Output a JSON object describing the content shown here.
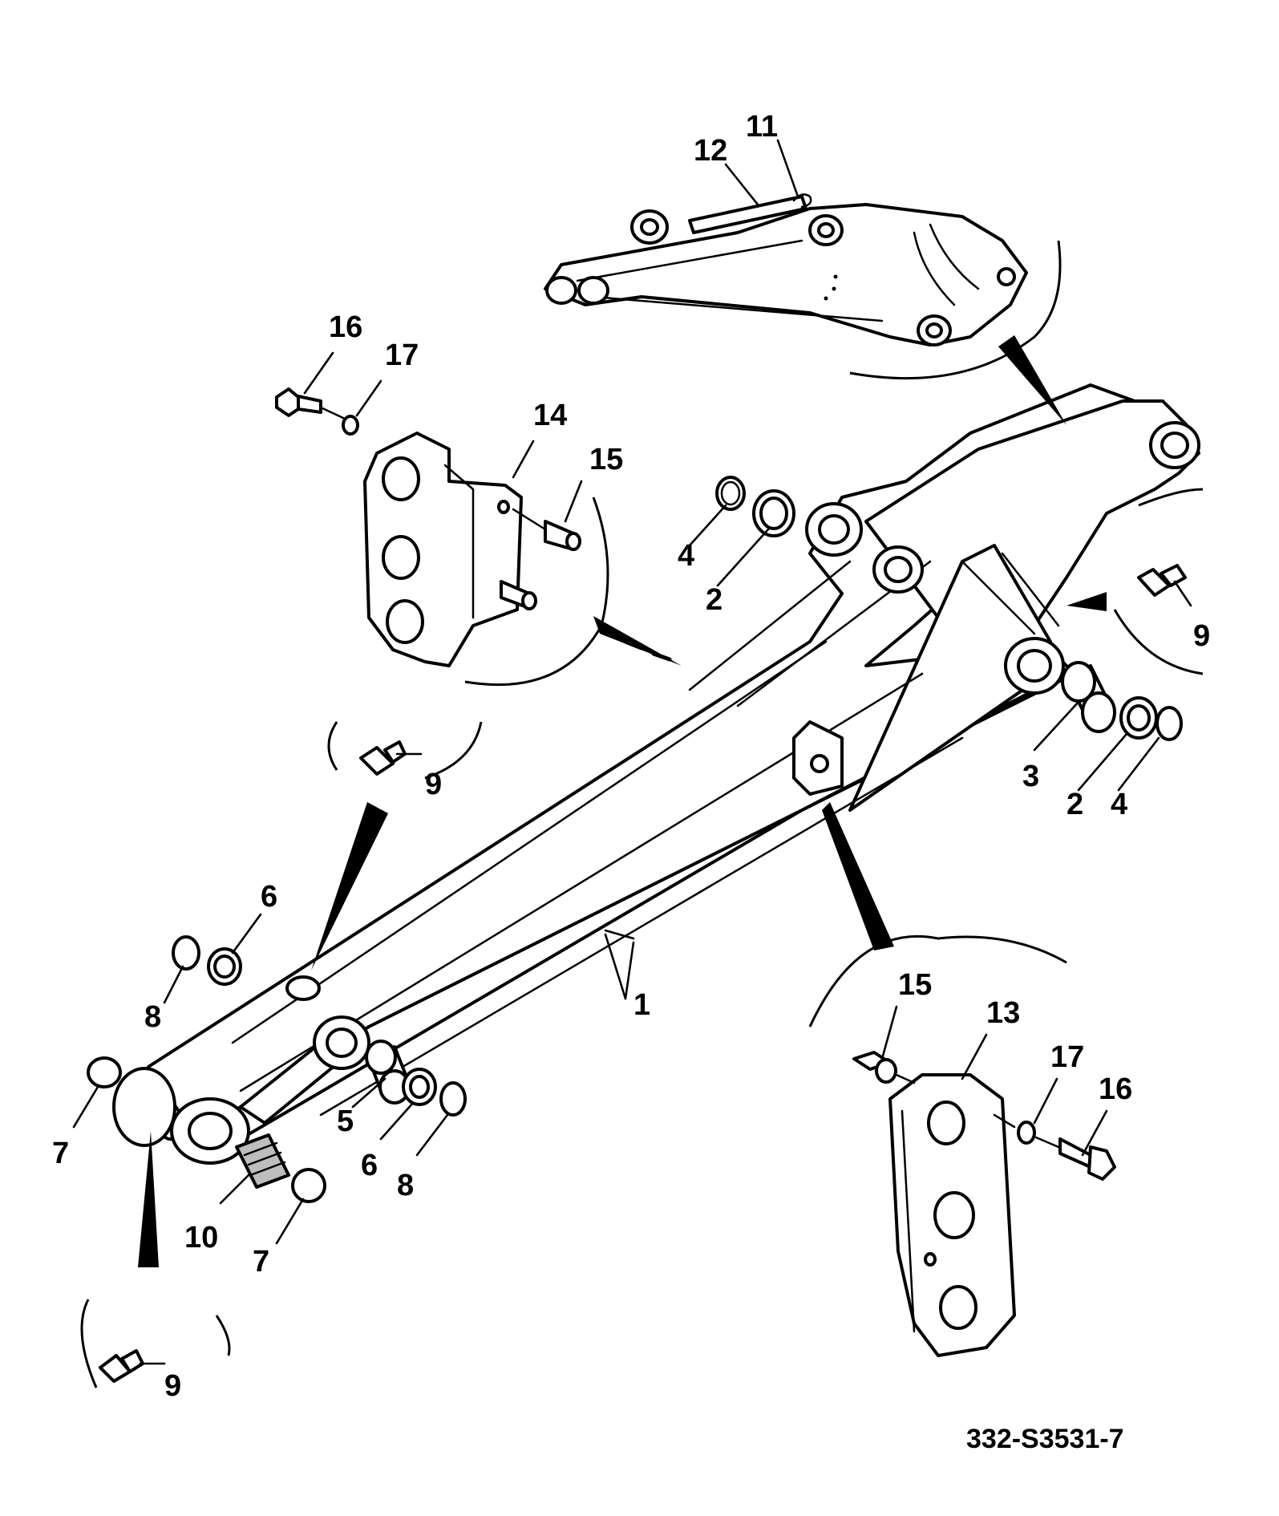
{
  "drawing_ref": "332-S3531-7",
  "callouts": [
    {
      "id": "c1",
      "text": "1"
    },
    {
      "id": "c2a",
      "text": "2"
    },
    {
      "id": "c2b",
      "text": "2"
    },
    {
      "id": "c3",
      "text": "3"
    },
    {
      "id": "c4a",
      "text": "4"
    },
    {
      "id": "c4b",
      "text": "4"
    },
    {
      "id": "c5",
      "text": "5"
    },
    {
      "id": "c6a",
      "text": "6"
    },
    {
      "id": "c6b",
      "text": "6"
    },
    {
      "id": "c7a",
      "text": "7"
    },
    {
      "id": "c7b",
      "text": "7"
    },
    {
      "id": "c8a",
      "text": "8"
    },
    {
      "id": "c8b",
      "text": "8"
    },
    {
      "id": "c9a",
      "text": "9"
    },
    {
      "id": "c9b",
      "text": "9"
    },
    {
      "id": "c9c",
      "text": "9"
    },
    {
      "id": "c10",
      "text": "10"
    },
    {
      "id": "c11",
      "text": "11"
    },
    {
      "id": "c12",
      "text": "12"
    },
    {
      "id": "c13",
      "text": "13"
    },
    {
      "id": "c14",
      "text": "14"
    },
    {
      "id": "c15a",
      "text": "15"
    },
    {
      "id": "c15b",
      "text": "15"
    },
    {
      "id": "c16a",
      "text": "16"
    },
    {
      "id": "c16b",
      "text": "16"
    },
    {
      "id": "c17a",
      "text": "17"
    },
    {
      "id": "c17b",
      "text": "17"
    }
  ]
}
